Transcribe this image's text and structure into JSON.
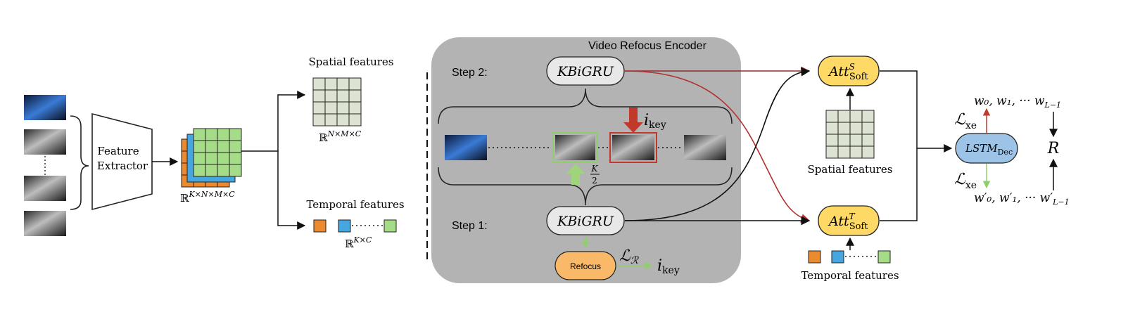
{
  "encoder": {
    "title": "Video Refocus Encoder",
    "step2_label": "Step 2:",
    "step1_label": "Step 1:",
    "kbigru_label": "KBiGRU",
    "refocus_label": "Refocus",
    "i_key_top": "i",
    "i_key_bottom": "i",
    "key_sub": "key",
    "loss_symbol": "ℒ",
    "loss_sub": "ℛ",
    "k_num": "K",
    "k_den": "2"
  },
  "extractor": {
    "line1": "Feature",
    "line2": "Extractor",
    "dim_base": "ℝ",
    "dim_sup": "K×N×M×C"
  },
  "spatial": {
    "label": "Spatial features",
    "dim_base": "ℝ",
    "dim_sup": "N×M×C"
  },
  "temporal": {
    "label": "Temporal features",
    "dim_base": "ℝ",
    "dim_sup": "K×C"
  },
  "attention": {
    "att_base": "Att",
    "sub": "Soft",
    "sup_s": "S",
    "sup_t": "T",
    "spatial_label": "Spatial features",
    "temporal_label": "Temporal features"
  },
  "decoder": {
    "lstm_base": "LSTM",
    "lstm_sub": "Dec",
    "loss_symbol": "ℒ",
    "loss_sub": "xe",
    "words_top": "w₀, w₁, ···  w",
    "words_top_sub": "L−1",
    "words_bottom": "w′₀, w′₁, ···  w′",
    "words_bottom_sub": "L−1",
    "reward": "R"
  },
  "colors": {
    "panel_gray": "#b3b3b3",
    "kbigru_fill": "#e8e8e8",
    "att_yellow": "#ffd966",
    "lstm_blue": "#9dc3e6",
    "refocus_orange": "#f9b968",
    "grid_fill": "#dde3d2",
    "cube_green": "#a5dc87",
    "cube_blue": "#46a6e0",
    "cube_orange": "#ec8a2f",
    "red_arrow": "#c0392b",
    "green_arrow": "#9ed47a",
    "red_line": "#b03030"
  }
}
